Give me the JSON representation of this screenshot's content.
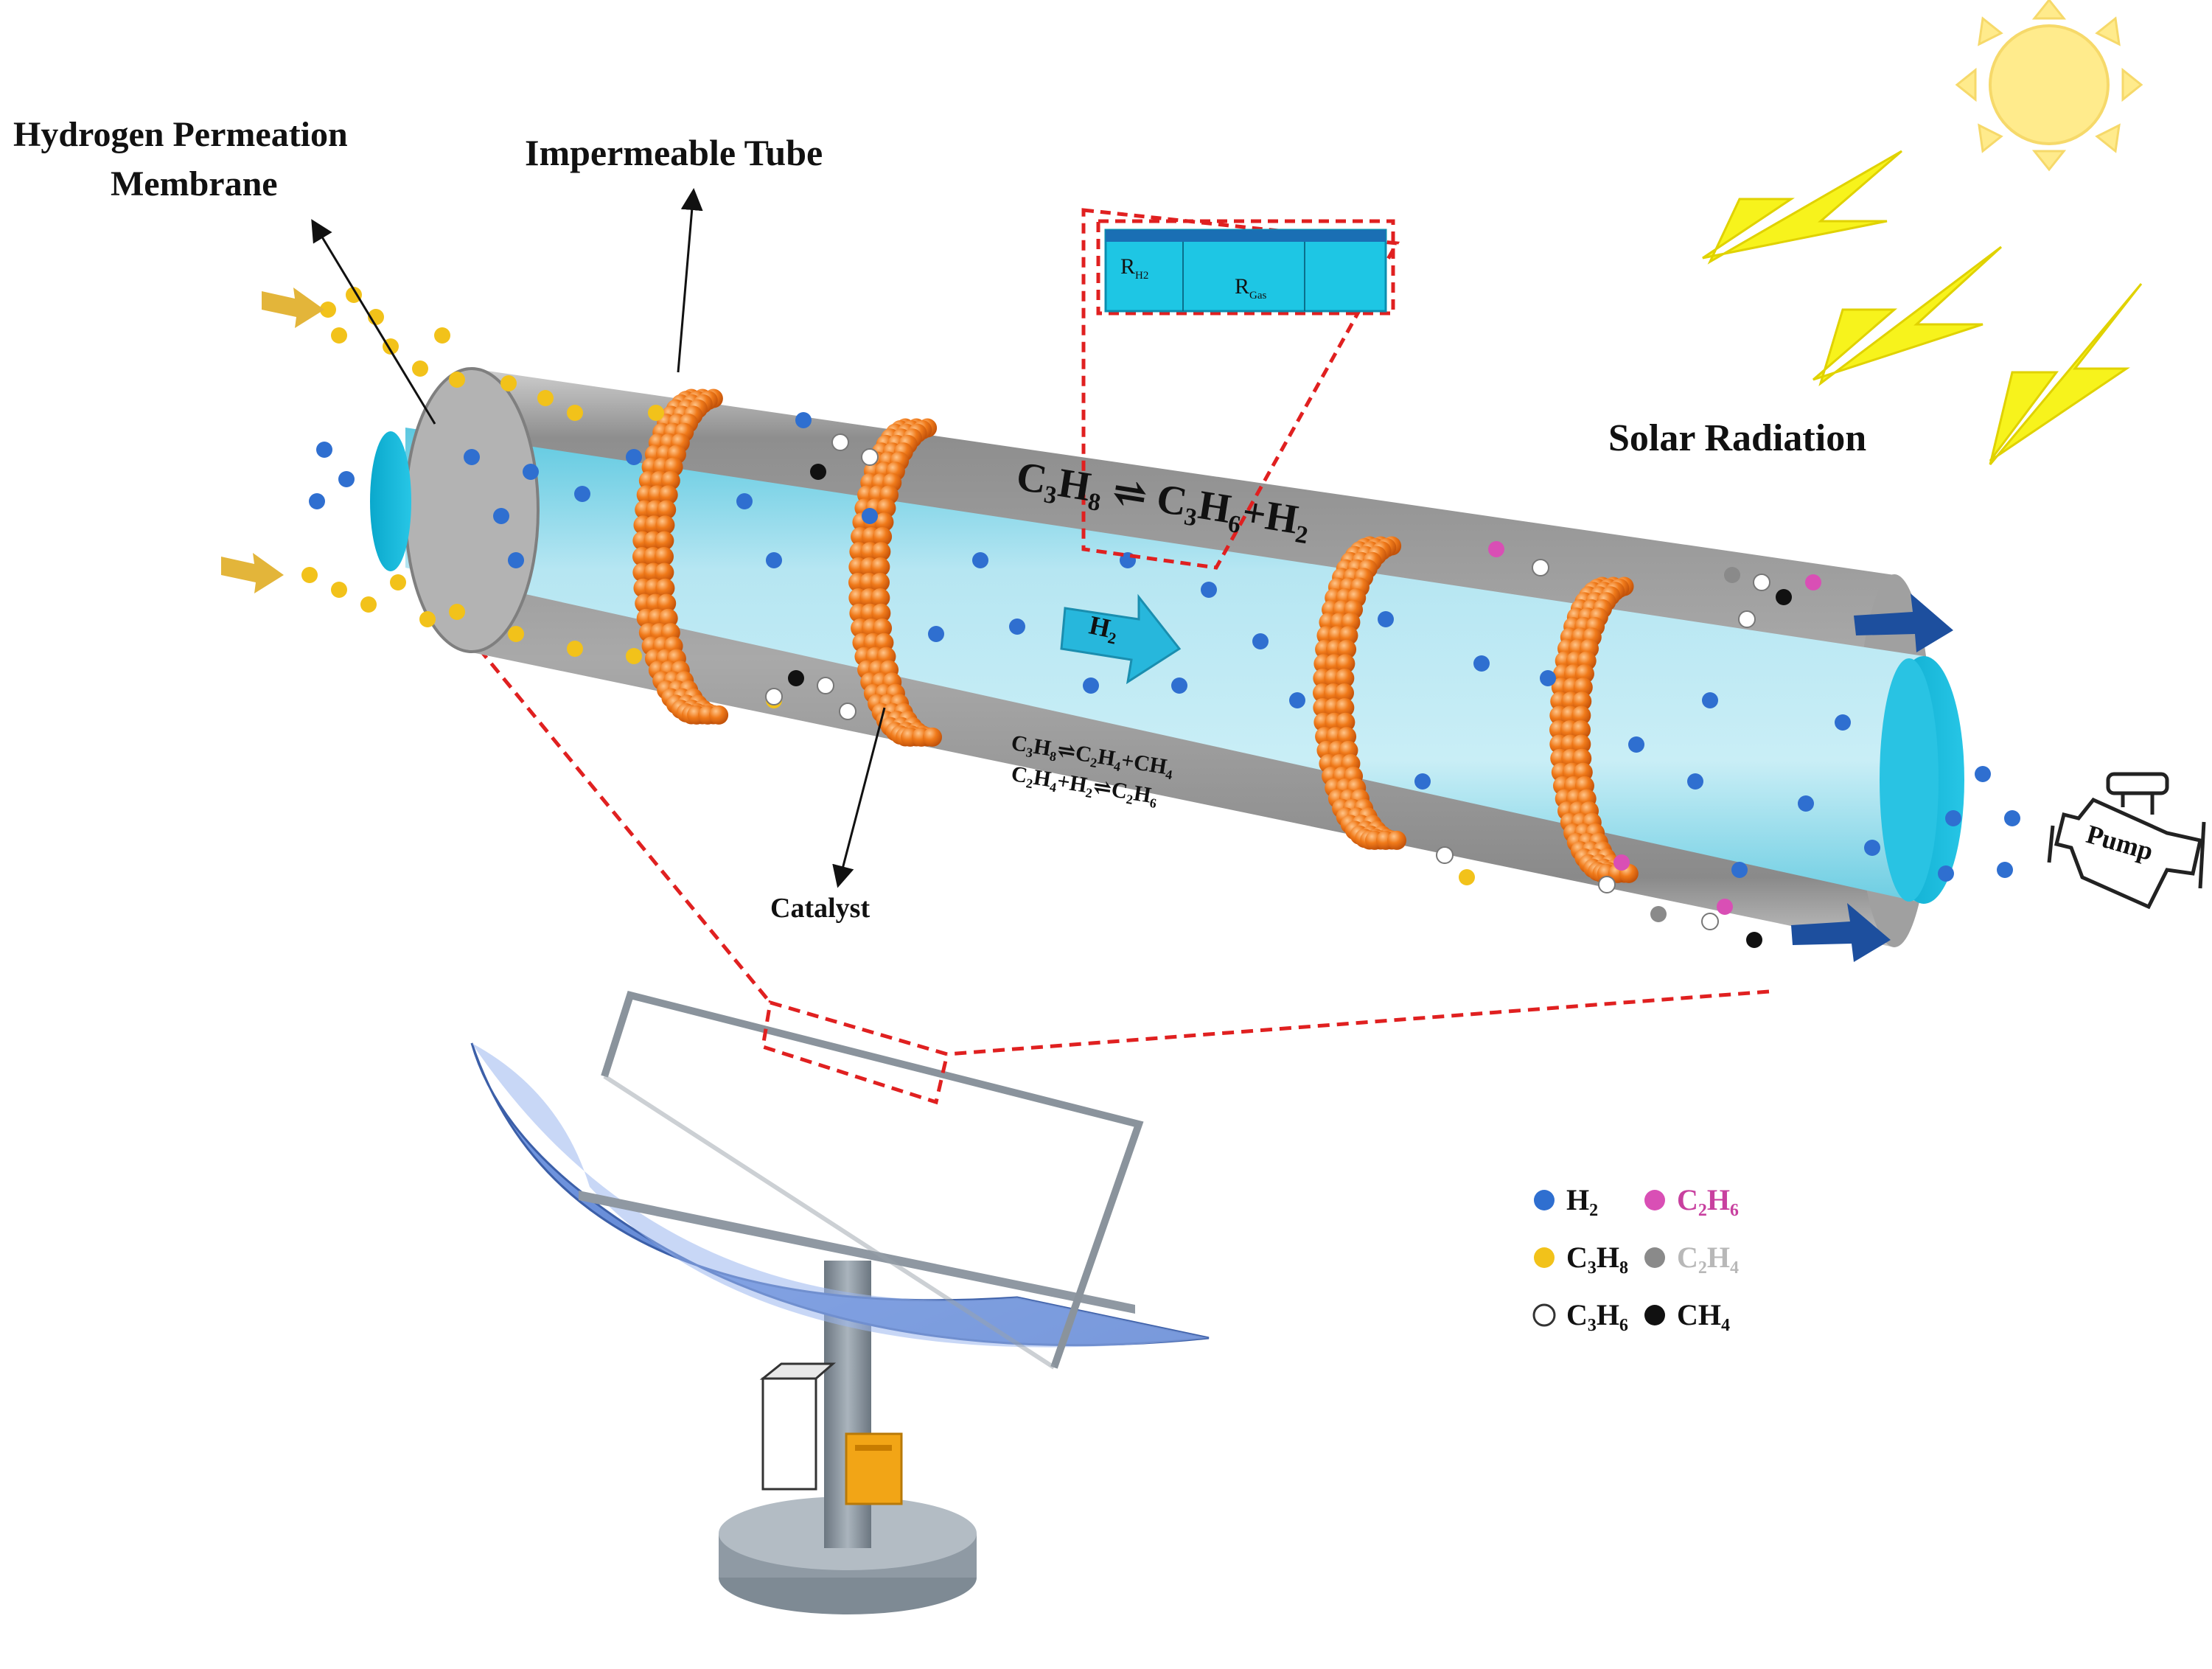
{
  "labels": {
    "membrane_line1": "Hydrogen Permeation",
    "membrane_line2": "Membrane",
    "impermeable_tube": "Impermeable Tube",
    "solar_radiation": "Solar Radiation",
    "catalyst": "Catalyst",
    "pump": "Pump",
    "flow_arrow": "H₂"
  },
  "inset": {
    "r1": "R",
    "r1_sub": "H2",
    "r2": "R",
    "r2_sub": "Gas"
  },
  "reactions": {
    "main": "C₃H₈ ⇌ C₃H₆+H₂",
    "side1": "C₃H₈⇌C₂H₄+CH₄",
    "side2": "C₂H₄+H₂⇌C₂H₆"
  },
  "legend": [
    {
      "label": "H₂",
      "color": "#2f6fd0",
      "text_color": "#111111"
    },
    {
      "label": "C₂H₆",
      "color": "#d94fb5",
      "text_color": "#c8409f"
    },
    {
      "label": "C₃H₈",
      "color": "#f2c21a",
      "text_color": "#111111"
    },
    {
      "label": "C₂H₄",
      "color": "#8a8a8a",
      "text_color": "#b8b8b8"
    },
    {
      "label": "C₃H₆",
      "color": "#ffffff",
      "text_color": "#111111"
    },
    {
      "label": "CH₄",
      "color": "#111111",
      "text_color": "#111111"
    }
  ],
  "colors": {
    "outer_tube": "#9a9a9a",
    "membrane": "#7fd6e8",
    "membrane_cap": "#22b8d8",
    "catalyst": "#f07a1a",
    "sun": "#ffe98a",
    "bolt": "#f5f01a",
    "callout": "#e02020",
    "collector": "#6a8fd8"
  },
  "icons": [
    "sun-icon",
    "lightning-bolt-icon",
    "pump-icon",
    "arrow-icon"
  ]
}
